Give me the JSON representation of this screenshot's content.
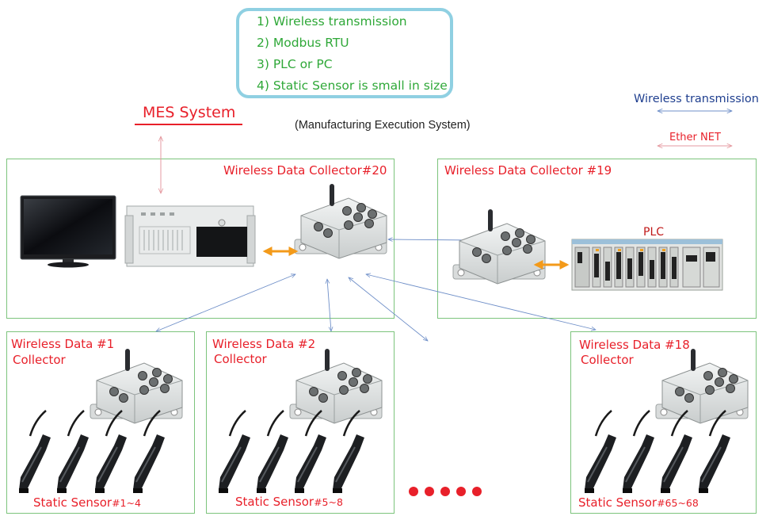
{
  "features": [
    "1) Wireless transmission",
    "2) Modbus RTU",
    "3) PLC or PC",
    "4) Static Sensor is small in size"
  ],
  "mes": {
    "title": "MES System",
    "subtitle": "(Manufacturing Execution System)"
  },
  "legend": {
    "wireless": "Wireless transmission",
    "ethernet": "Ether NET"
  },
  "collectors": {
    "c20": "Wireless Data Collector#20",
    "c19": "Wireless Data Collector #19",
    "c1": {
      "line1": "Wireless Data #1",
      "line2": "Collector"
    },
    "c2": {
      "line1": "Wireless Data #2",
      "line2": "Collector"
    },
    "c18": {
      "line1": "Wireless Data #18",
      "line2": "Collector"
    }
  },
  "plc_label": "PLC",
  "sensors": {
    "s1": {
      "prefix": "Static Sensor",
      "range": "#1~4"
    },
    "s2": {
      "prefix": "Static Sensor",
      "range": "#5~8"
    },
    "s18": {
      "prefix": "Static Sensor",
      "range": "#65~68"
    }
  },
  "colors": {
    "box_border": "#7cc47c",
    "feature_text": "#2fa838",
    "label_red": "#e8202a",
    "wireless_line": "#6f8fc8",
    "ethernet_line": "#e59aa0",
    "arrow_orange": "#f39a1a"
  }
}
